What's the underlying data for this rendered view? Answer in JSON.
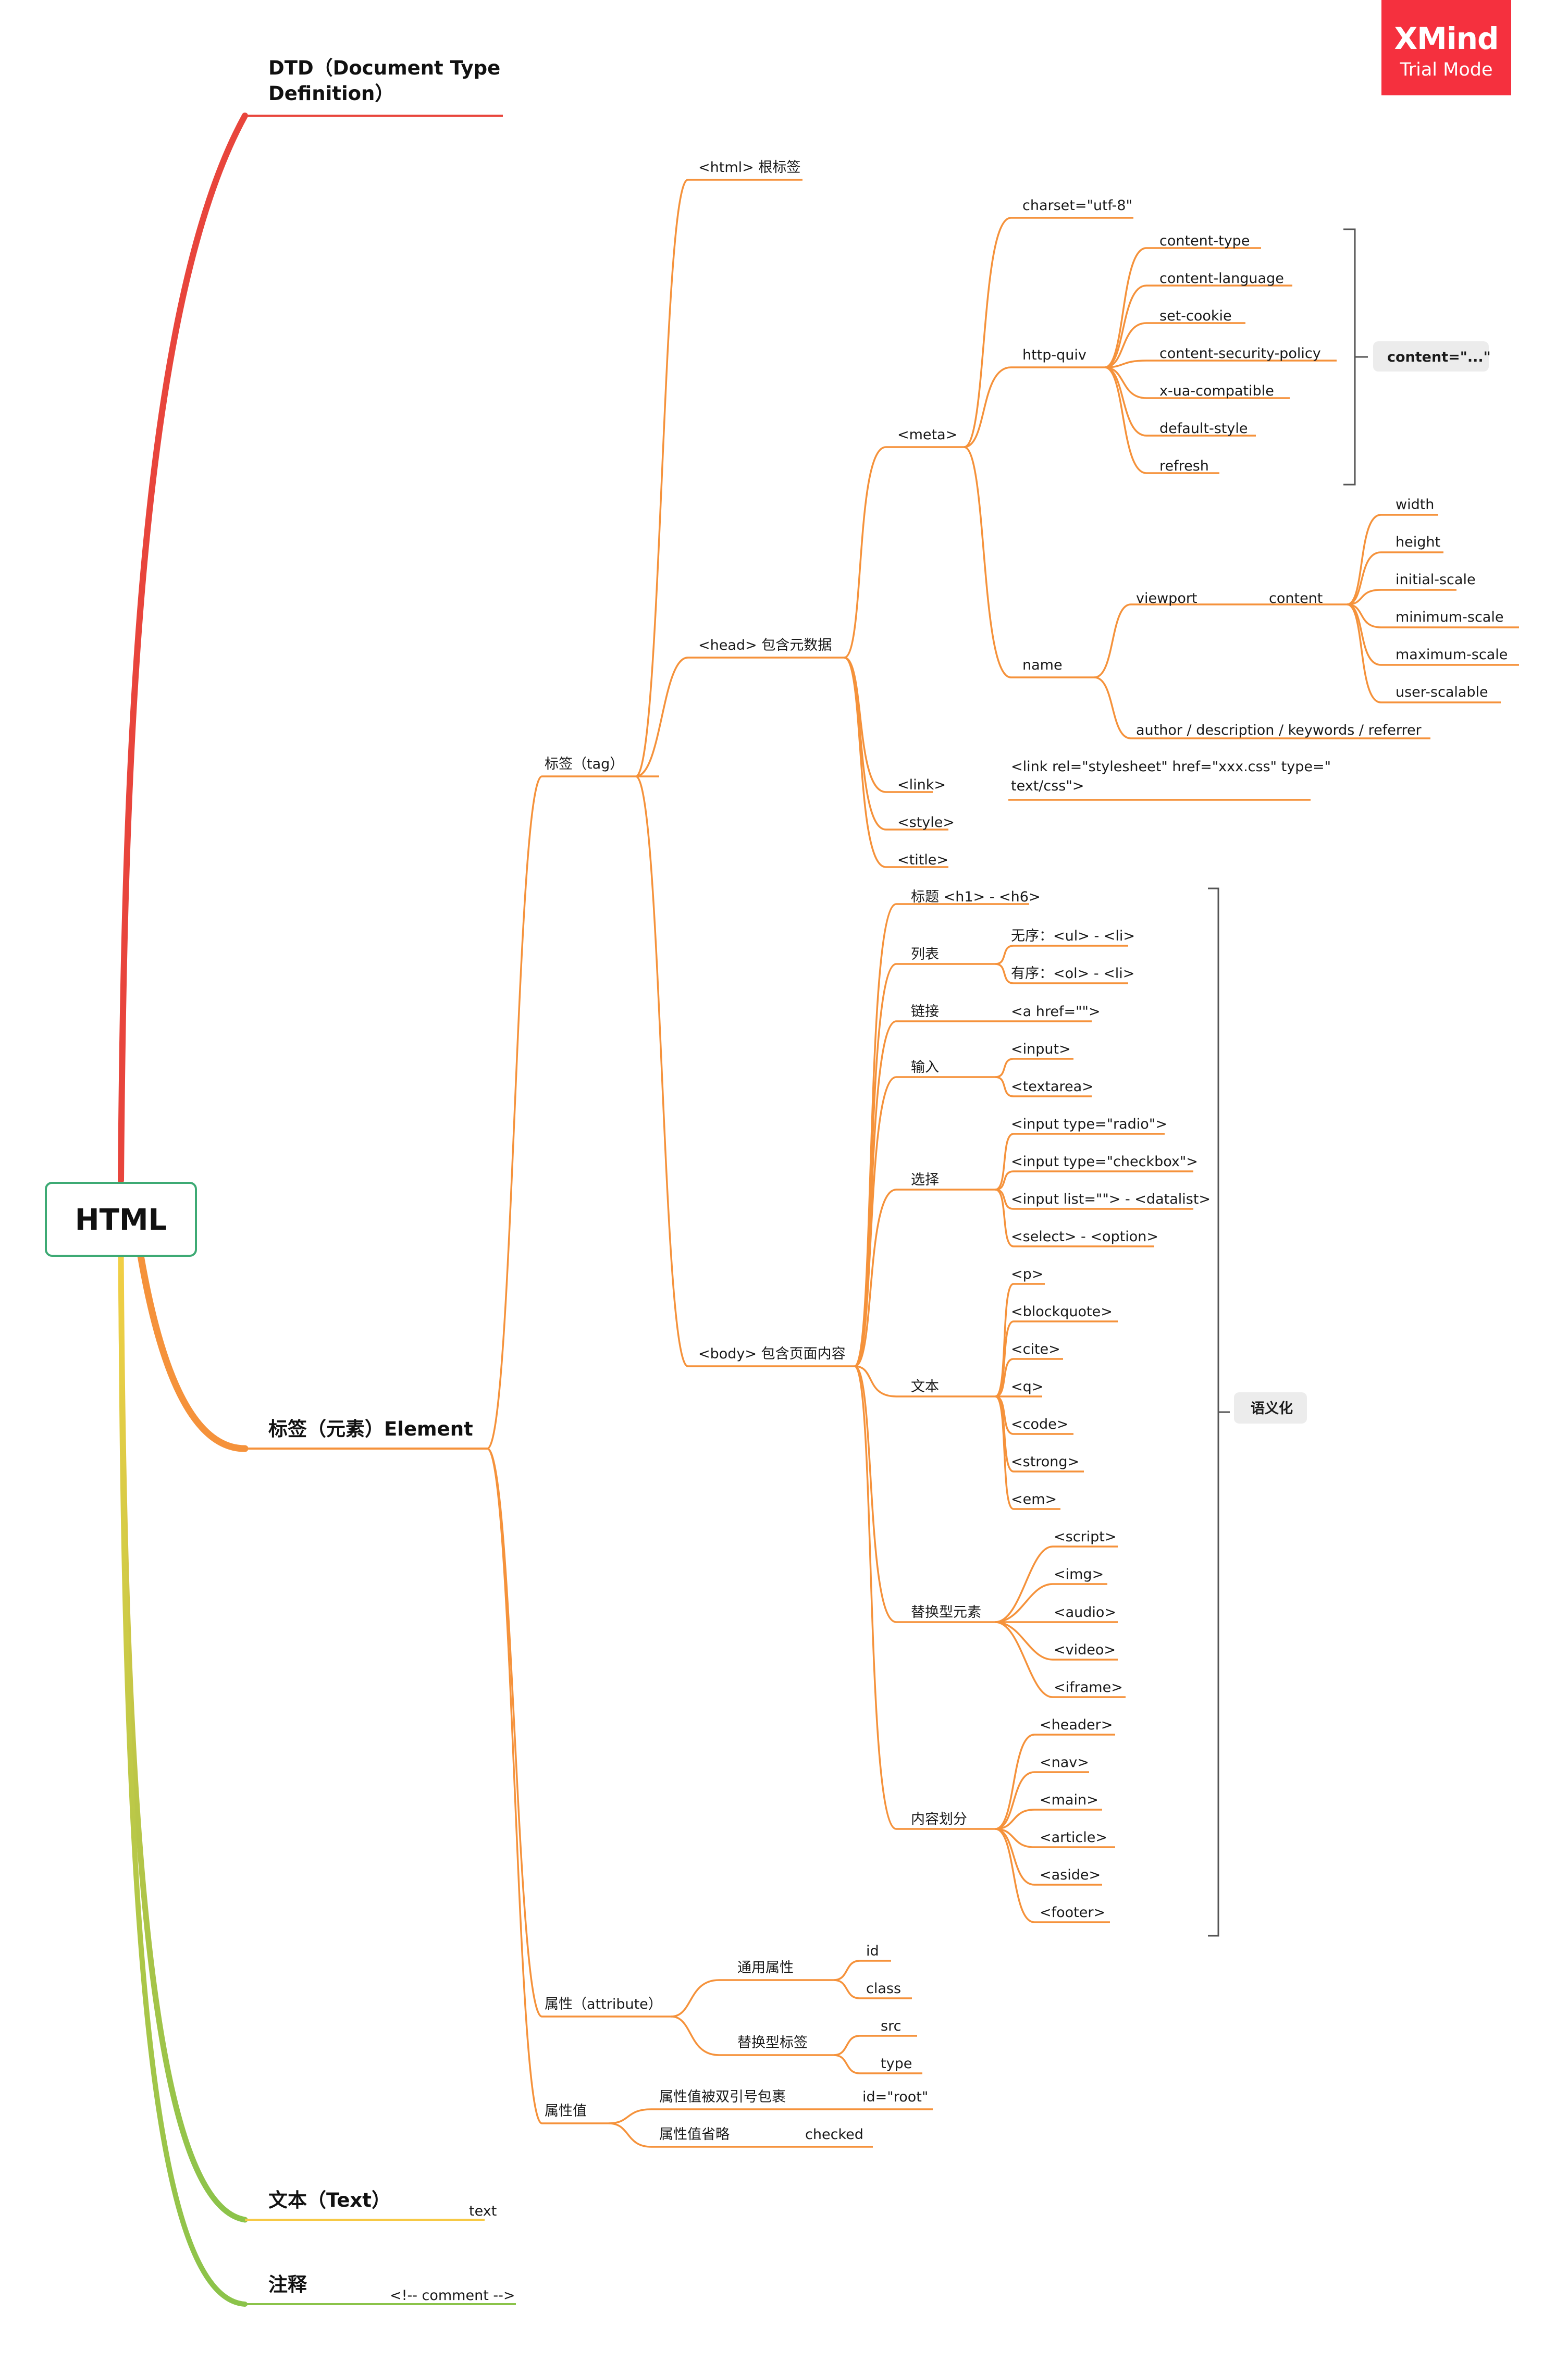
{
  "badge": {
    "title": "XMind",
    "subtitle": "Trial Mode"
  },
  "root": "HTML",
  "main": {
    "dtd": [
      "DTD（Document Type",
      "Definition）"
    ],
    "element": "标签（元素）Element",
    "text": "文本（Text）",
    "comment": "注释"
  },
  "leaf": {
    "text_value": "text",
    "comment_value": "<!-- comment -->"
  },
  "tag": {
    "label": "标签（tag）",
    "html": "<html> 根标签",
    "head": "<head> 包含元数据",
    "body": "<body> 包含页面内容",
    "meta": "<meta>",
    "charset": "charset=\"utf-8\"",
    "http_quiv": "http-quiv",
    "http_items": [
      "content-type",
      "content-language",
      "set-cookie",
      "content-security-policy",
      "x-ua-compatible",
      "default-style",
      "refresh"
    ],
    "content_summary": "content=\"...\"",
    "name": "name",
    "viewport": "viewport",
    "content": "content",
    "viewport_items": [
      "width",
      "height",
      "initial-scale",
      "minimum-scale",
      "maximum-scale",
      "user-scalable"
    ],
    "name_other": "author / description / keywords / referrer",
    "link": "<link>",
    "link_value": [
      "<link rel=\"stylesheet\" href=\"xxx.css\" type=\"",
      "text/css\">"
    ],
    "style": "<style>",
    "title": "<title>"
  },
  "body_groups": {
    "heading": "标题 <h1> - <h6>",
    "list": "列表",
    "list_items": [
      "无序：<ul> - <li>",
      "有序：<ol> - <li>"
    ],
    "link": "链接",
    "link_items": [
      "<a href=\"\">"
    ],
    "input": "输入",
    "input_items": [
      "<input>",
      "<textarea>"
    ],
    "select": "选择",
    "select_items": [
      "<input type=\"radio\">",
      "<input type=\"checkbox\">",
      "<input list=\"\"> - <datalist>",
      "<select> - <option>"
    ],
    "text": "文本",
    "text_items": [
      "<p>",
      "<blockquote>",
      "<cite>",
      "<q>",
      "<code>",
      "<strong>",
      "<em>"
    ],
    "replaced": "替换型元素",
    "replaced_items": [
      "<script>",
      "<img>",
      "<audio>",
      "<video>",
      "<iframe>"
    ],
    "section": "内容划分",
    "section_items": [
      "<header>",
      "<nav>",
      "<main>",
      "<article>",
      "<aside>",
      "<footer>"
    ],
    "semantic": "语义化"
  },
  "attr": {
    "label": "属性（attribute）",
    "common": "通用属性",
    "common_items": [
      "id",
      "class"
    ],
    "replaced": "替换型标签",
    "replaced_items": [
      "src",
      "type"
    ],
    "value": "属性值",
    "quoted": "属性值被双引号包裹",
    "quoted_example": "id=\"root\"",
    "omitted": "属性值省略",
    "omitted_example": "checked"
  },
  "colors": {
    "orange": "#f5923b",
    "red": "#e8453c",
    "yellow": "#f7c944",
    "green": "#8bc34a",
    "root_border": "#3daa74",
    "bracket": "#555555",
    "summary_bg": "#ececec",
    "badge": "#f5303e"
  }
}
